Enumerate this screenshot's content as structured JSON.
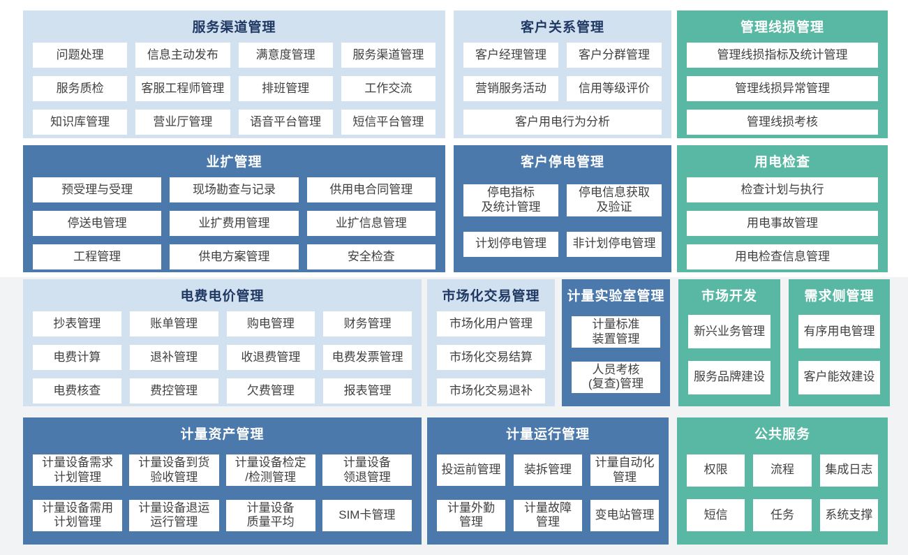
{
  "palette": {
    "light_blue": "#d2e1ef",
    "dark_blue": "#4b79ab",
    "teal_green": "#58b8a3",
    "title_navy": "#1f3864",
    "cell_text": "#404040",
    "band_gray": "#f2f3f5",
    "cell_white": "#ffffff"
  },
  "blocks": [
    {
      "id": "service-channel",
      "title": "服务渠道管理",
      "items": [
        "问题处理",
        "信息主动发布",
        "满意度管理",
        "服务渠道管理",
        "服务质检",
        "客服工程师管理",
        "排班管理",
        "工作交流",
        "知识库管理",
        "营业厅管理",
        "语音平台管理",
        "短信平台管理"
      ]
    },
    {
      "id": "customer-relation",
      "title": "客户关系管理",
      "items": [
        "客户经理管理",
        "客户分群管理",
        "营销服务活动",
        "信用等级评价",
        "客户用电行为分析"
      ]
    },
    {
      "id": "line-loss",
      "title": "管理线损管理",
      "items": [
        "管理线损指标及统计管理",
        "管理线损异常管理",
        "管理线损考核"
      ]
    },
    {
      "id": "business-expansion",
      "title": "业扩管理",
      "items": [
        "预受理与受理",
        "现场勘查与记录",
        "供用电合同管理",
        "停送电管理",
        "业扩费用管理",
        "业扩信息管理",
        "工程管理",
        "供电方案管理",
        "安全检查"
      ]
    },
    {
      "id": "customer-outage",
      "title": "客户停电管理",
      "items": [
        "停电指标\n及统计管理",
        "停电信息获取\n及验证",
        "计划停电管理",
        "非计划停电管理"
      ]
    },
    {
      "id": "power-inspection",
      "title": "用电检查",
      "items": [
        "检查计划与执行",
        "用电事故管理",
        "用电检查信息管理"
      ]
    },
    {
      "id": "tariff",
      "title": "电费电价管理",
      "items": [
        "抄表管理",
        "账单管理",
        "购电管理",
        "财务管理",
        "电费计算",
        "退补管理",
        "收退费管理",
        "电费发票管理",
        "电费核查",
        "费控管理",
        "欠费管理",
        "报表管理"
      ]
    },
    {
      "id": "market-trade",
      "title": "市场化交易管理",
      "items": [
        "市场化用户管理",
        "市场化交易结算",
        "市场化交易退补"
      ]
    },
    {
      "id": "metering-lab",
      "title": "计量实验室管理",
      "items": [
        "计量标准\n装置管理",
        "人员考核\n(复查)管理"
      ]
    },
    {
      "id": "market-dev",
      "title": "市场开发",
      "items": [
        "新兴业务管理",
        "服务品牌建设"
      ]
    },
    {
      "id": "demand-side",
      "title": "需求侧管理",
      "items": [
        "有序用电管理",
        "客户能效建设"
      ]
    },
    {
      "id": "metering-asset",
      "title": "计量资产管理",
      "items": [
        "计量设备需求\n计划管理",
        "计量设备到货\n验收管理",
        "计量设备检定\n/检测管理",
        "计量设备\n领退管理",
        "计量设备需用\n计划管理",
        "计量设备退运\n运行管理",
        "计量设备\n质量平均",
        "SIM卡管理"
      ]
    },
    {
      "id": "metering-operation",
      "title": "计量运行管理",
      "items": [
        "投运前管理",
        "装拆管理",
        "计量自动化\n管理",
        "计量外勤\n管理",
        "计量故障\n管理",
        "变电站管理"
      ]
    },
    {
      "id": "public-service",
      "title": "公共服务",
      "items": [
        "权限",
        "流程",
        "集成日志",
        "短信",
        "任务",
        "系统支撑"
      ]
    }
  ]
}
